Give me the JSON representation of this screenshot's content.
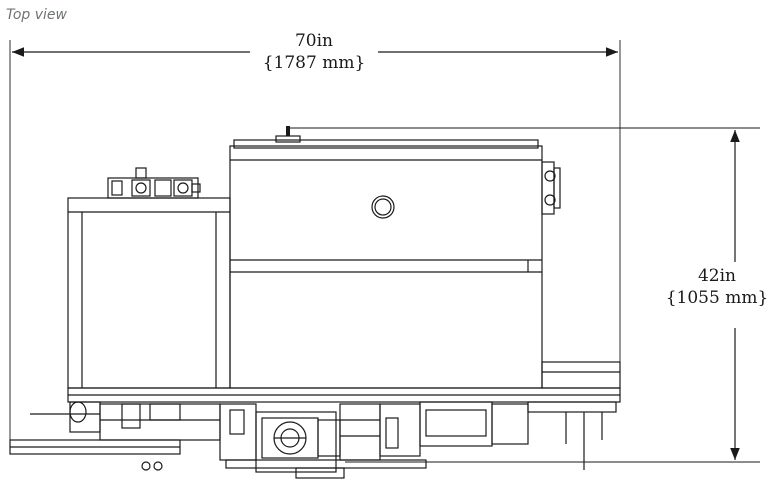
{
  "caption": "Top view",
  "dimensions": {
    "width": {
      "imperial": "70in",
      "metric": "{1787 mm}"
    },
    "depth": {
      "imperial": "42in",
      "metric": "{1055 mm}"
    }
  },
  "colors": {
    "line": "#1a1a1a",
    "caption": "#6f7477",
    "background": "#ffffff"
  }
}
